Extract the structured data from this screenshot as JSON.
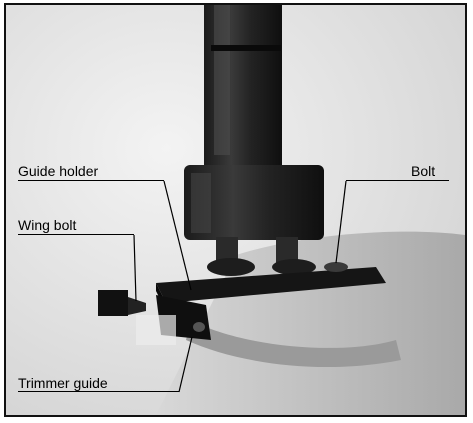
{
  "figure": {
    "labels": {
      "guide_holder": "Guide holder",
      "bolt": "Bolt",
      "wing_bolt": "Wing bolt",
      "trimmer_guide": "Trimmer guide"
    }
  }
}
